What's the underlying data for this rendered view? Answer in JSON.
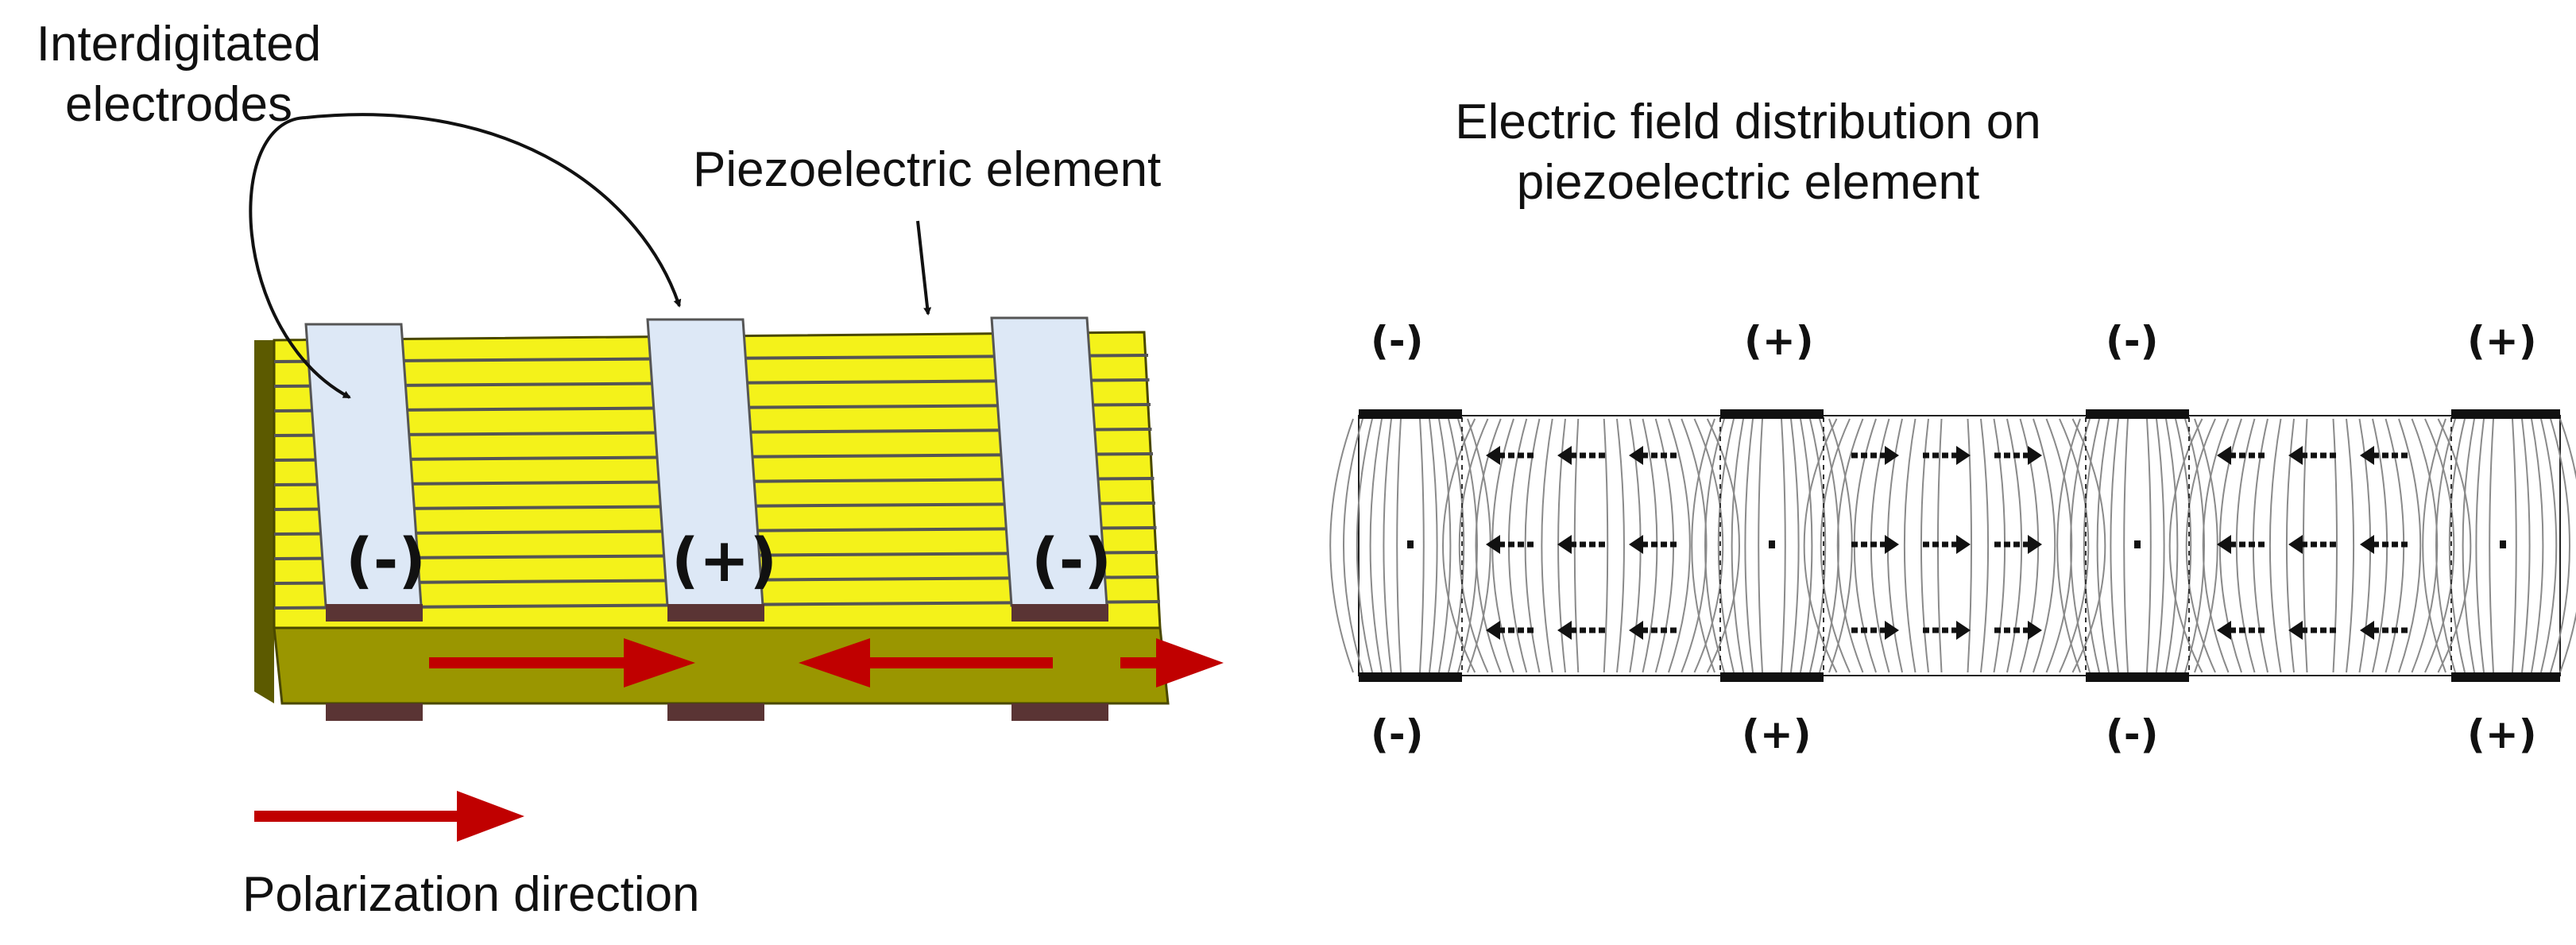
{
  "left_panel": {
    "electrodes_label_line1": "Interdigitated",
    "electrodes_label_line2": "electrodes",
    "element_label": "Piezoelectric element",
    "electrode_signs": [
      "(-)",
      "(+)",
      "(-)"
    ],
    "legend_label": "Polarization direction"
  },
  "right_panel": {
    "title_line1": "Electric field distribution on",
    "title_line2": "piezoelectric element",
    "top_signs": [
      "(-)",
      "(+)",
      "(-)",
      "(+)"
    ],
    "bottom_signs": [
      "(-)",
      "(+)",
      "(-)",
      "(+)"
    ]
  },
  "colors": {
    "piezo_yellow": "#f4f21a",
    "piezo_base": "#9a9600",
    "electrode": "#dde8f6",
    "electrode_base": "#5a3434",
    "polarization_arrow": "#c00000",
    "field_lines": "#8a8a8a",
    "field_arrows": "#111111"
  }
}
